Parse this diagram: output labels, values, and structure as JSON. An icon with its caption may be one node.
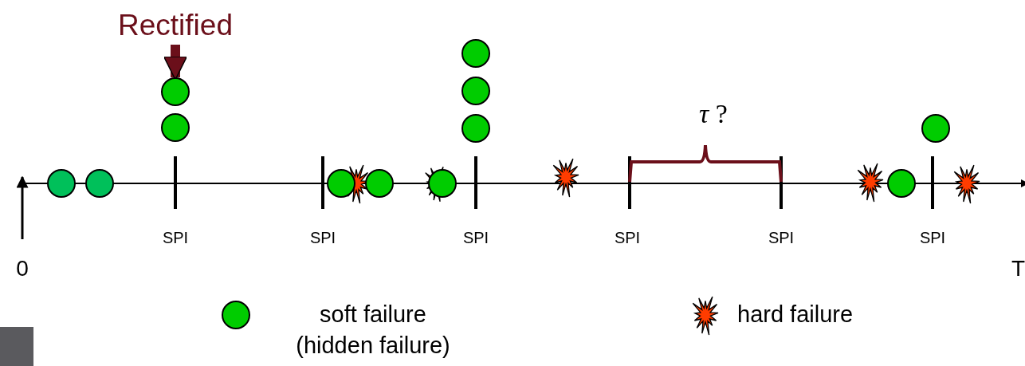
{
  "diagram": {
    "nodes": [
      {
        "text": [
          "Rectified"
        ]
      },
      {
        "text": [],
        "shape": "circle"
      }
    ],
    "edges": [
      {
        "from": 0,
        "to": 1,
        "arrow": "to",
        "color": "#6b0f1a"
      }
    ],
    "labels": [
      "*τ* ?",
      "SPI",
      "SPI",
      "SPI",
      "SPI",
      "SPI",
      "SPI",
      "0",
      "T"
    ],
    "legend": [
      {
        "text": "soft failure (hidden failure)"
      },
      {
        "text": "hard failure"
      }
    ]
  }
}
